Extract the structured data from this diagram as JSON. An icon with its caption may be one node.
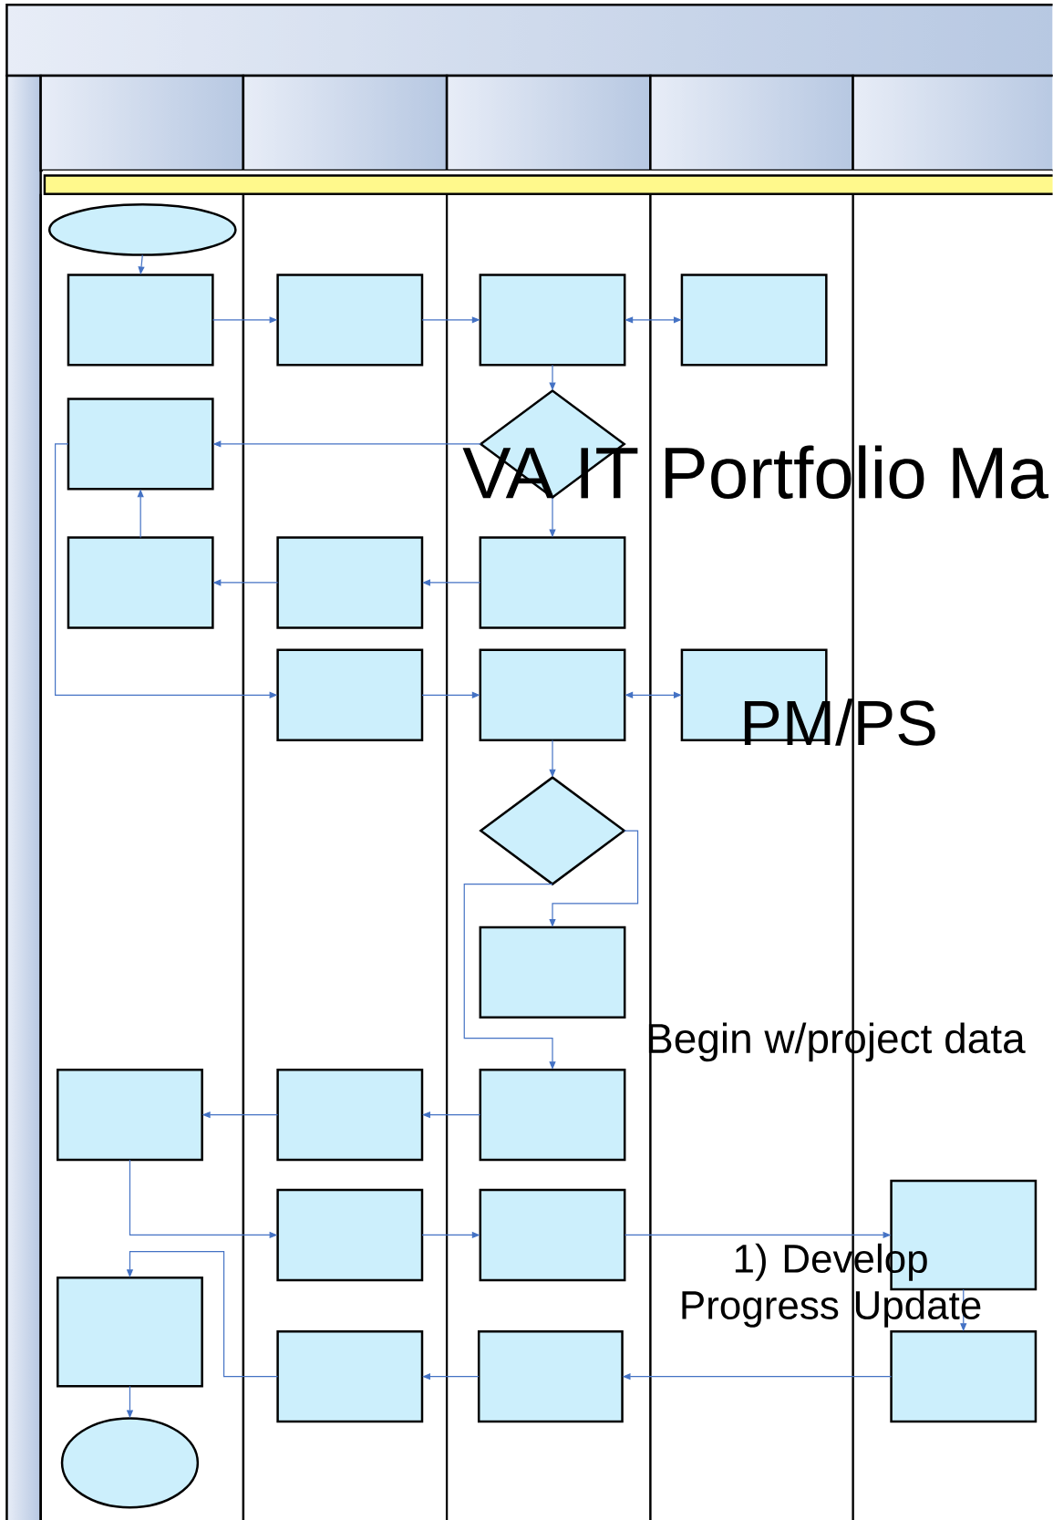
{
  "diagram": {
    "nodes": [
      {
        "text": [],
        "shape": "ellipse"
      },
      {
        "text": [],
        "shape": "box"
      },
      {
        "text": [],
        "shape": "box"
      },
      {
        "text": [],
        "shape": "box"
      },
      {
        "text": [],
        "shape": "box"
      },
      {
        "text": [],
        "shape": "diamond"
      },
      {
        "text": [],
        "shape": "box"
      },
      {
        "text": [],
        "shape": "box"
      },
      {
        "text": [],
        "shape": "box"
      },
      {
        "text": [],
        "shape": "box"
      },
      {
        "text": [],
        "shape": "box"
      },
      {
        "text": [],
        "shape": "box"
      },
      {
        "text": [],
        "shape": "box"
      },
      {
        "text": [],
        "shape": "diamond"
      },
      {
        "text": [],
        "shape": "box"
      },
      {
        "text": [],
        "shape": "box"
      },
      {
        "text": [],
        "shape": "box"
      },
      {
        "text": [],
        "shape": "box"
      },
      {
        "text": [],
        "shape": "box"
      },
      {
        "text": [],
        "shape": "box"
      },
      {
        "text": [],
        "shape": "box"
      },
      {
        "text": [],
        "shape": "box"
      },
      {
        "text": [],
        "shape": "box"
      },
      {
        "text": [],
        "shape": "box"
      },
      {
        "text": [],
        "shape": "box"
      },
      {
        "text": [],
        "shape": "ellipse"
      }
    ],
    "edges": [
      {
        "from": 0,
        "to": 1,
        "arrow": "to"
      },
      {
        "from": 1,
        "to": 2,
        "arrow": "to"
      },
      {
        "from": 2,
        "to": 3,
        "arrow": "to"
      },
      {
        "from": 3,
        "to": 4,
        "arrow": "both"
      },
      {
        "from": 3,
        "to": 5,
        "arrow": "to"
      },
      {
        "from": 5,
        "to": 6,
        "arrow": "to"
      },
      {
        "from": 5,
        "to": 9,
        "arrow": "to"
      },
      {
        "from": 9,
        "to": 8,
        "arrow": "to"
      },
      {
        "from": 8,
        "to": 7,
        "arrow": "to"
      },
      {
        "from": 7,
        "to": 6,
        "arrow": "to"
      },
      {
        "from": 6,
        "to": 10,
        "arrow": "to"
      },
      {
        "from": 10,
        "to": 11,
        "arrow": "to"
      },
      {
        "from": 11,
        "to": 12,
        "arrow": "both"
      },
      {
        "from": 11,
        "to": 13,
        "arrow": "to"
      },
      {
        "from": 13,
        "to": 14,
        "arrow": "to"
      },
      {
        "from": 13,
        "to": 17,
        "arrow": "to"
      },
      {
        "from": 17,
        "to": 16,
        "arrow": "to"
      },
      {
        "from": 16,
        "to": 15,
        "arrow": "to"
      },
      {
        "from": 15,
        "to": 18,
        "arrow": "to"
      },
      {
        "from": 18,
        "to": 19,
        "arrow": "to"
      },
      {
        "from": 19,
        "to": 20,
        "arrow": "to"
      },
      {
        "from": 20,
        "to": 24,
        "arrow": "to"
      },
      {
        "from": 24,
        "to": 23,
        "arrow": "to"
      },
      {
        "from": 23,
        "to": 22,
        "arrow": "to"
      },
      {
        "from": 22,
        "to": 21,
        "arrow": "to"
      },
      {
        "from": 21,
        "to": 25,
        "arrow": "to"
      }
    ],
    "labels": [
      "VA IT Portfolio Ma",
      "PM/PS",
      "Begin w/project data",
      "1) Develop Progress Update"
    ]
  }
}
